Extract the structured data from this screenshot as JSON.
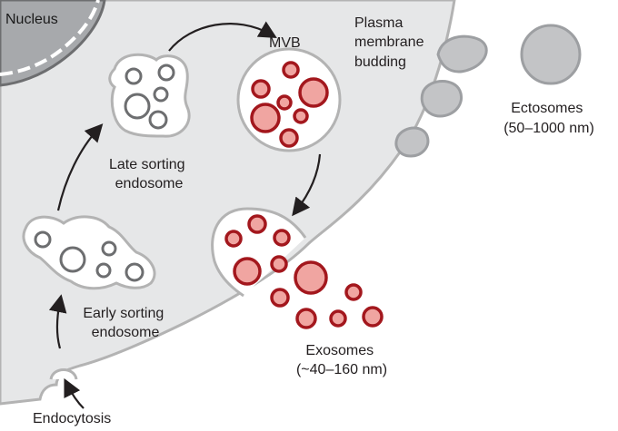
{
  "labels": {
    "nucleus": "Nucleus",
    "mvb": "MVB",
    "plasma_budding": [
      "Plasma",
      "membrane",
      "budding"
    ],
    "ectosomes": [
      "Ectosomes",
      "(50–1000 nm)"
    ],
    "late_sorting": [
      "Late sorting",
      "endosome"
    ],
    "early_sorting": [
      "Early sorting",
      "endosome"
    ],
    "exosomes": [
      "Exosomes",
      "(~40–160 nm)"
    ],
    "endocytosis": "Endocytosis"
  },
  "colors": {
    "cytoplasm": "#e6e7e8",
    "membrane": "#b3b3b3",
    "nucleus": "#6d6e70",
    "vesicle_gray": "#6d6e70",
    "exosome_ring": "#a3171d",
    "exosome_fill": "#f0a5a1",
    "arrow": "#231f20"
  },
  "icons": {
    "arrows": "curved-arrow-icon"
  }
}
